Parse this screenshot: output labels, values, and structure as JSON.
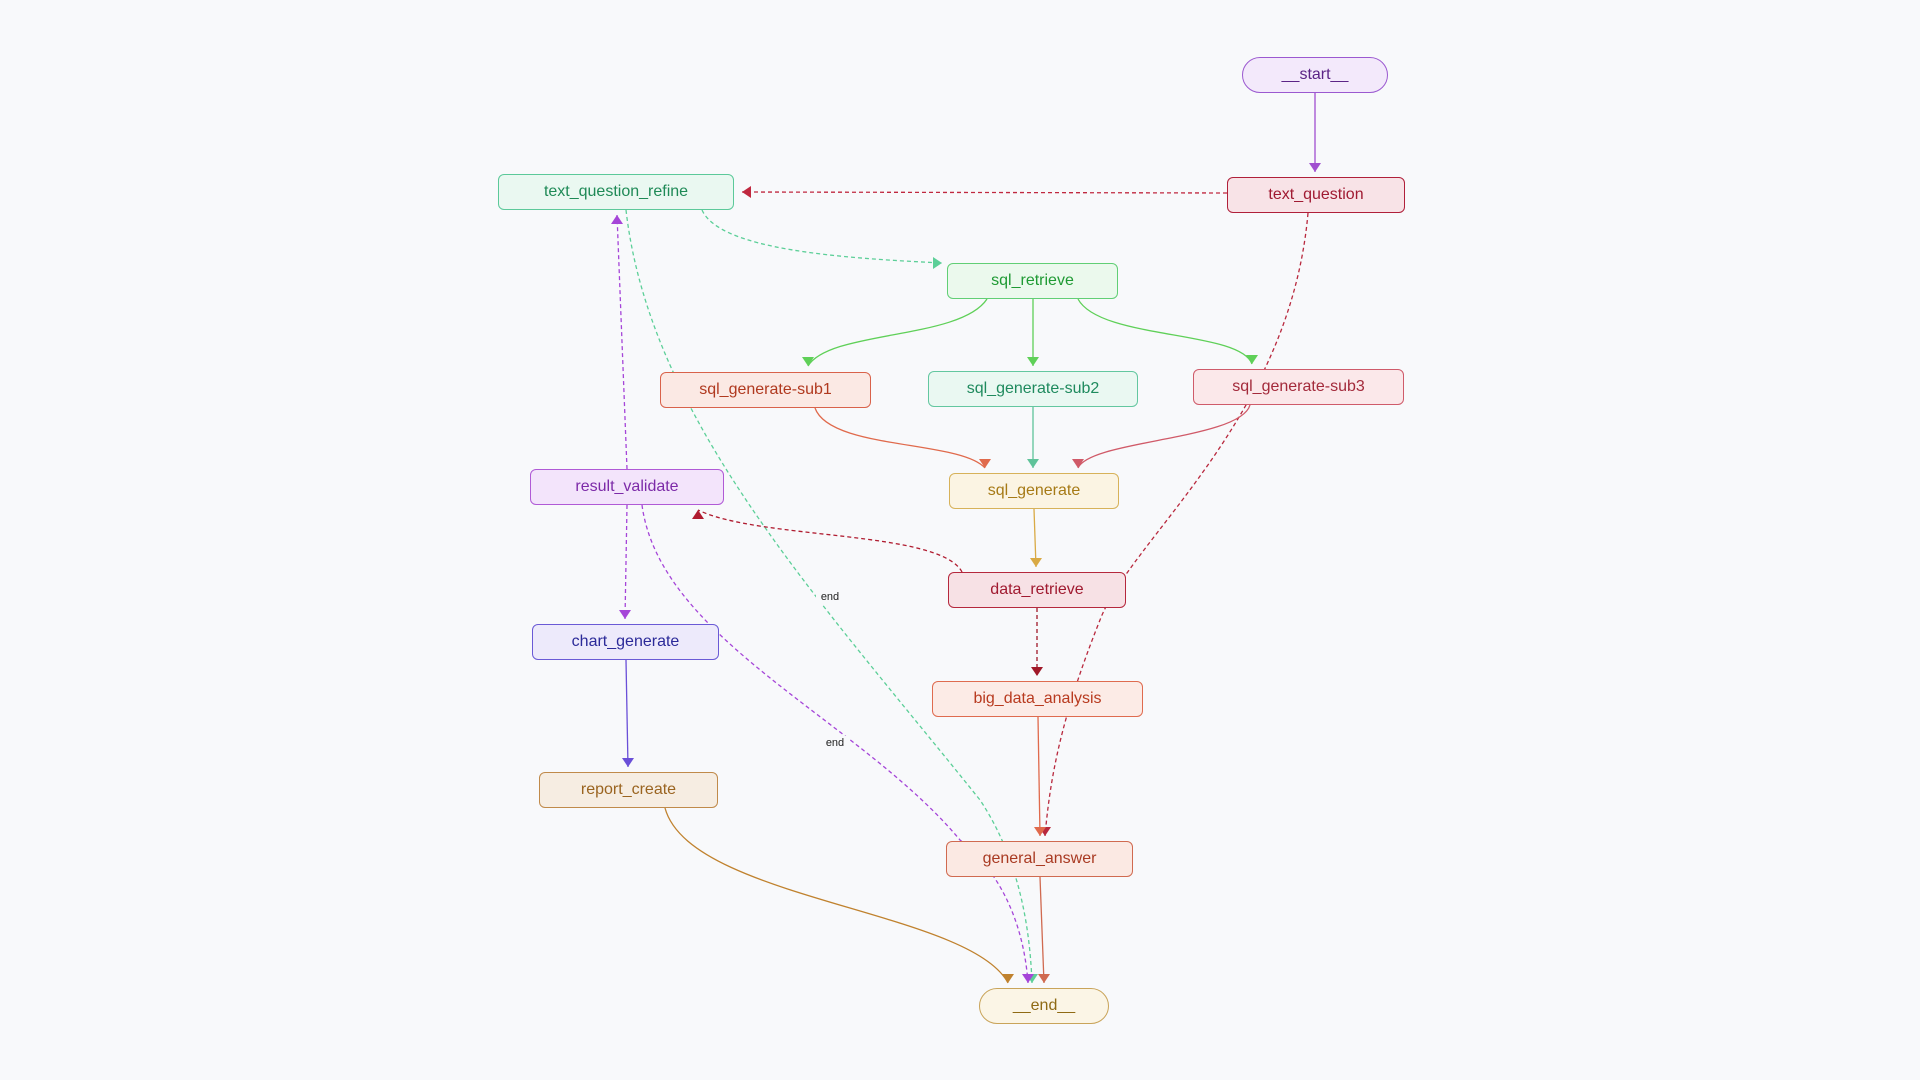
{
  "nodes": [
    {
      "id": "start",
      "label": "__start__",
      "color": "#9b59d0",
      "fill": "#f3e9fb",
      "text": "#5b2486"
    },
    {
      "id": "text_question",
      "label": "text_question",
      "color": "#b0203a",
      "fill": "#f8e3e7",
      "text": "#a01a32"
    },
    {
      "id": "text_question_refine",
      "label": "text_question_refine",
      "color": "#5cc99a",
      "fill": "#eaf8f1",
      "text": "#1f8a57"
    },
    {
      "id": "sql_retrieve",
      "label": "sql_retrieve",
      "color": "#61cf75",
      "fill": "#ebf9ed",
      "text": "#1f9a34"
    },
    {
      "id": "sql_generate_sub1",
      "label": "sql_generate-sub1",
      "color": "#d9624a",
      "fill": "#fbe9e4",
      "text": "#b0391f"
    },
    {
      "id": "sql_generate_sub2",
      "label": "sql_generate-sub2",
      "color": "#63c7a0",
      "fill": "#eaf8f2",
      "text": "#1f8a5e"
    },
    {
      "id": "sql_generate_sub3",
      "label": "sql_generate-sub3",
      "color": "#cf5b6a",
      "fill": "#fbe8ea",
      "text": "#a32a3b"
    },
    {
      "id": "result_validate",
      "label": "result_validate",
      "color": "#b05ad6",
      "fill": "#f3e4fb",
      "text": "#7c2aa8"
    },
    {
      "id": "sql_generate",
      "label": "sql_generate",
      "color": "#d7b25a",
      "fill": "#fbf4e3",
      "text": "#a67a16"
    },
    {
      "id": "data_retrieve",
      "label": "data_retrieve",
      "color": "#b5283d",
      "fill": "#f7e1e5",
      "text": "#a01a30"
    },
    {
      "id": "chart_generate",
      "label": "chart_generate",
      "color": "#6a5ad6",
      "fill": "#edeafb",
      "text": "#2b2a99"
    },
    {
      "id": "big_data_analysis",
      "label": "big_data_analysis",
      "color": "#df6b4f",
      "fill": "#fcebe6",
      "text": "#b83a1f"
    },
    {
      "id": "report_create",
      "label": "report_create",
      "color": "#c08a4a",
      "fill": "#f6ede2",
      "text": "#9a6420"
    },
    {
      "id": "general_answer",
      "label": "general_answer",
      "color": "#d06a50",
      "fill": "#fbe9e3",
      "text": "#a93a22"
    },
    {
      "id": "end",
      "label": "__end__",
      "color": "#c9a45a",
      "fill": "#fbf5e6",
      "text": "#8f6a14"
    }
  ],
  "edges": [
    {
      "id": "start-text_question",
      "color": "#a04fd0",
      "dashed": false,
      "label": ""
    },
    {
      "id": "text_question-refine",
      "color": "#c0283f",
      "dashed": true,
      "label": ""
    },
    {
      "id": "text_question-general_answer",
      "color": "#b8283d",
      "dashed": true,
      "label": ""
    },
    {
      "id": "refine-sql_retrieve",
      "color": "#5ccf98",
      "dashed": true,
      "label": ""
    },
    {
      "id": "refine-end",
      "color": "#5ccf98",
      "dashed": true,
      "label": "end"
    },
    {
      "id": "sql_retrieve-sub1",
      "color": "#5fd058",
      "dashed": false,
      "label": ""
    },
    {
      "id": "sql_retrieve-sub2",
      "color": "#5fd058",
      "dashed": false,
      "label": ""
    },
    {
      "id": "sql_retrieve-sub3",
      "color": "#5fd058",
      "dashed": false,
      "label": ""
    },
    {
      "id": "sub1-sql_generate",
      "color": "#e06a4c",
      "dashed": false,
      "label": ""
    },
    {
      "id": "sub2-sql_generate",
      "color": "#5fc39a",
      "dashed": false,
      "label": ""
    },
    {
      "id": "sub3-sql_generate",
      "color": "#d05a68",
      "dashed": false,
      "label": ""
    },
    {
      "id": "sql_generate-data_retrieve",
      "color": "#d9aa45",
      "dashed": false,
      "label": ""
    },
    {
      "id": "data_retrieve-result_validate",
      "color": "#b01c30",
      "dashed": true,
      "label": ""
    },
    {
      "id": "data_retrieve-big_data_analysis",
      "color": "#a01828",
      "dashed": true,
      "label": ""
    },
    {
      "id": "result_validate-refine",
      "color": "#a545d8",
      "dashed": true,
      "label": ""
    },
    {
      "id": "result_validate-chart_generate",
      "color": "#a545d8",
      "dashed": true,
      "label": ""
    },
    {
      "id": "result_validate-end",
      "color": "#a545d8",
      "dashed": true,
      "label": "end"
    },
    {
      "id": "chart_generate-report_create",
      "color": "#6a4fd8",
      "dashed": false,
      "label": ""
    },
    {
      "id": "big_data_analysis-general_answer",
      "color": "#e06a4c",
      "dashed": false,
      "label": ""
    },
    {
      "id": "report_create-end",
      "color": "#c0822e",
      "dashed": false,
      "label": ""
    },
    {
      "id": "general_answer-end",
      "color": "#d06a50",
      "dashed": false,
      "label": ""
    }
  ]
}
